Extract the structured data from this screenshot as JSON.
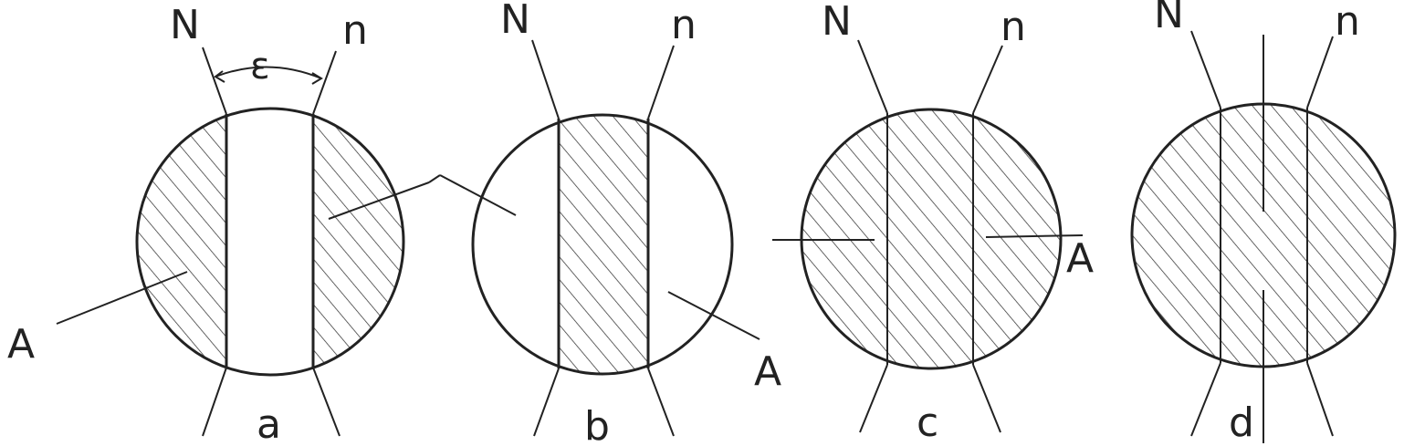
{
  "panels": [
    {
      "id": "a",
      "caption": "a",
      "left_label": "N",
      "right_label": "n",
      "callout": "A",
      "angle_symbol": "ε"
    },
    {
      "id": "b",
      "caption": "b",
      "left_label": "N",
      "right_label": "n",
      "callout": "A"
    },
    {
      "id": "c",
      "caption": "c",
      "left_label": "N",
      "right_label": "n",
      "callout": "A"
    },
    {
      "id": "d",
      "caption": "d",
      "left_label": "N",
      "right_label": "n"
    }
  ],
  "colors": {
    "ink": "#222222",
    "background": "#ffffff"
  }
}
